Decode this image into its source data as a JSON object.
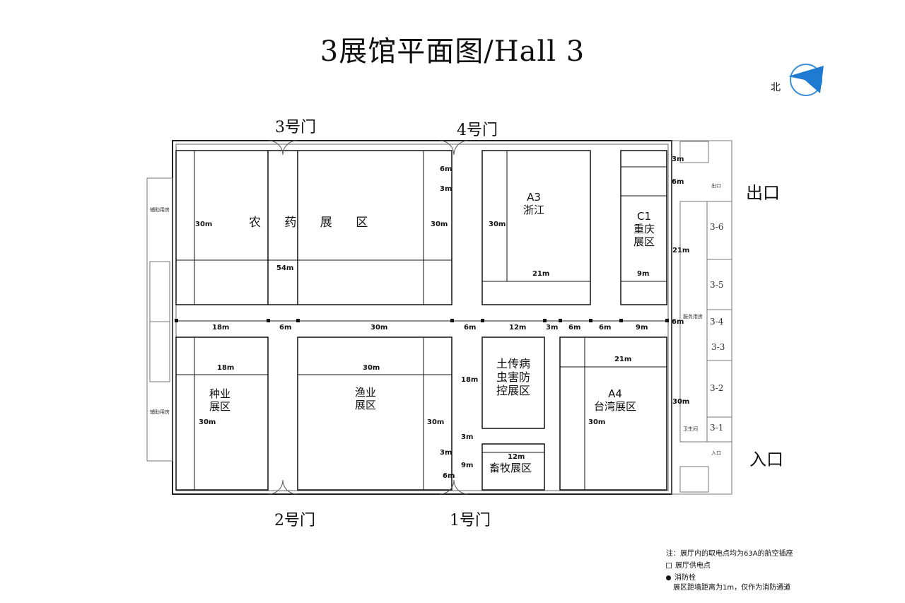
{
  "title": "3展馆平面图/Hall 3",
  "north_label": "北",
  "doors": {
    "d1": "1号门",
    "d2": "2号门",
    "d3": "3号门",
    "d4": "4号门"
  },
  "exits": {
    "out": "出口",
    "in": "入口"
  },
  "zones": {
    "pesticide": "农 药 展 区",
    "a3_code": "A3",
    "a3_name": "浙江",
    "c1_code": "C1",
    "c1_name1": "重庆",
    "c1_name2": "展区",
    "seed_1": "种业",
    "seed_2": "展区",
    "fish_1": "渔业",
    "fish_2": "展区",
    "soil_1": "土传病",
    "soil_2": "虫害防",
    "soil_3": "控展区",
    "livestock": "畜牧展区",
    "a4_code": "A4",
    "a4_name": "台湾展区"
  },
  "dimensions": {
    "d_30m": "30m",
    "d_54m": "54m",
    "d_21m": "21m",
    "d_18m": "18m",
    "d_12m": "12m",
    "d_9m": "9m",
    "d_6m": "6m",
    "d_3m": "3m"
  },
  "rooms": [
    "3-6",
    "3-5",
    "3-4",
    "3-3",
    "3-2",
    "3-1"
  ],
  "small_labels": {
    "aux": "辅助用房",
    "office": "服务用房",
    "toilet": "卫生间",
    "entry": "入口",
    "exit": "出口"
  },
  "legend": {
    "note": "注：展厅内的取电点均为63A的航空插座",
    "power": "展厅供电点",
    "hydrant": "消防栓",
    "aisle": "展区距墙距离为1m，仅作为消防通道"
  }
}
